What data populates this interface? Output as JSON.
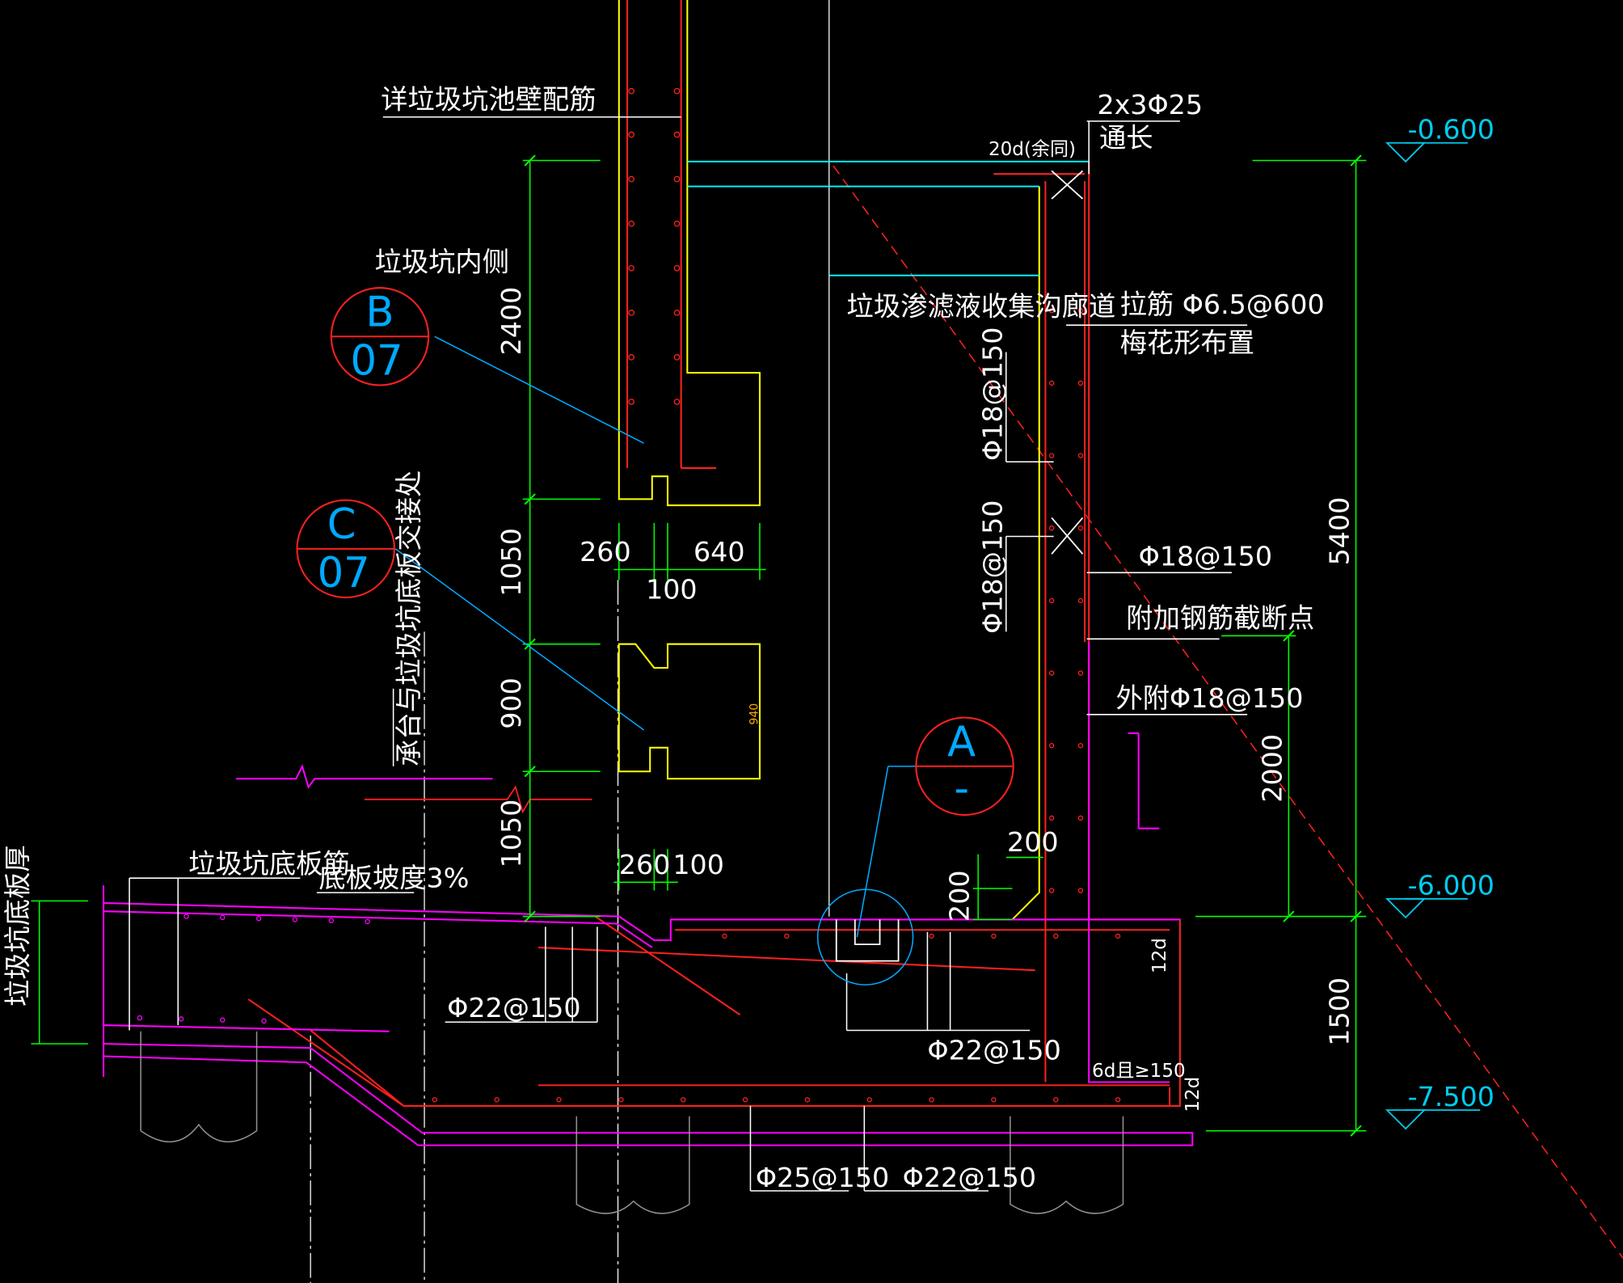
{
  "labels": {
    "pit_wall_rebar": "详垃圾坑池壁配筋",
    "bar_2x3": "2x3Φ25",
    "through_long": "通长",
    "anchor_20d": "20d(余同)",
    "pit_inner_side": "垃圾坑内侧",
    "leachate_channel": "垃圾渗滤液收集沟廊道",
    "tie_bar": "拉筋 Φ6.5@600",
    "quincunx": "梅花形布置",
    "vert_bar_1": "Φ18@150",
    "vert_bar_2": "Φ18@150",
    "bar_phi18": "Φ18@150",
    "added_bar_cutoff": "附加钢筋截断点",
    "outer_bar": "外附Φ18@150",
    "platform_note": "承台与垃圾坑底板交接处",
    "pit_bottom_rebar": "垃圾坑底板筋",
    "slope_note": "底板坡度3%",
    "bottom_thickness": "垃圾坑底板厚",
    "bar_22_left": "Φ22@150",
    "bar_22_mid": "Φ22@150",
    "bar_25_bot": "Φ25@150",
    "bar_22_bot": "Φ22@150",
    "anchor_12d_a": "12d",
    "anchor_12d_b": "12d",
    "anchor_6d": "6d且≥150",
    "dim_940": "940"
  },
  "elevations": {
    "top": "-0.600",
    "mid": "-6.000",
    "bottom": "-7.500"
  },
  "dims": {
    "d2400": "2400",
    "d1050a": "1050",
    "d900": "900",
    "d1050b": "1050",
    "d260a": "260",
    "d640": "640",
    "d100a": "100",
    "d260b": "260",
    "d100b": "100",
    "d200a": "200",
    "d200b": "200",
    "d5400": "5400",
    "d2000": "2000",
    "d1500": "1500"
  },
  "callouts": {
    "B": {
      "letter": "B",
      "sheet": "07"
    },
    "C": {
      "letter": "C",
      "sheet": "07"
    },
    "A": {
      "letter": "A",
      "sheet": "-"
    }
  },
  "colors": {
    "background": "#000000",
    "concrete_outline": "#ffff00",
    "rebar": "#ff2020",
    "dimension": "#00ff00",
    "slab": "#ff00ff",
    "leader": "#00aaff",
    "channel": "#00ffff",
    "text": "#ffffff"
  }
}
